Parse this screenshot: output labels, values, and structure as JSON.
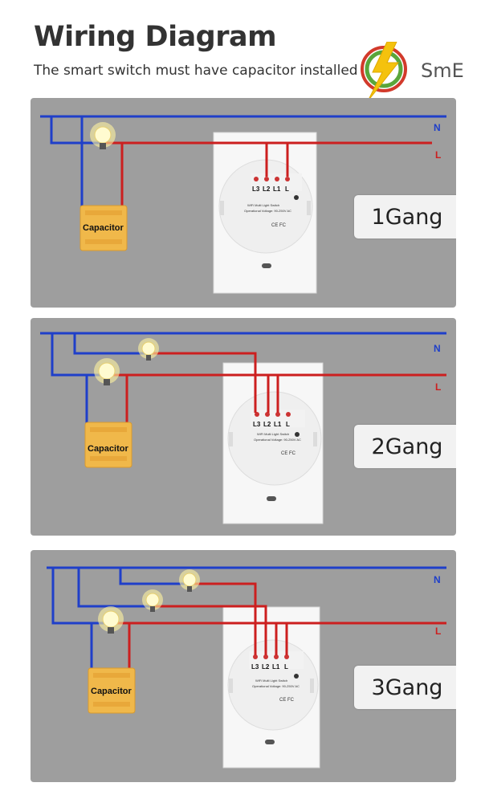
{
  "header": {
    "title": "Wiring Diagram",
    "subtitle": "The smart switch must have capacitor installed"
  },
  "brand": {
    "name": "SmE",
    "colors": {
      "ring_green": "#5aa63b",
      "ring_red": "#d23a2b",
      "bolt": "#f4c20d",
      "text": "#555555"
    }
  },
  "colors": {
    "neutral_wire": "#1f3fc9",
    "live_wire": "#cc1f1f",
    "panel": "#9e9e9e",
    "capacitor": "#f0b84a",
    "bulb": "#fff7a8"
  },
  "line_labels": {
    "neutral": "N",
    "live": "L"
  },
  "capacitor_label": "Capacitor",
  "switch_print": {
    "product": "WiFi Multi Light Switch",
    "spec": "Operational Voltage: 90-250V AC",
    "ce": "CE FC"
  },
  "panels": [
    {
      "label": "1Gang",
      "terminals": [
        "L3",
        "L2",
        "L1",
        "L"
      ]
    },
    {
      "label": "2Gang",
      "terminals": [
        "L3",
        "L2",
        "L1",
        "L"
      ]
    },
    {
      "label": "3Gang",
      "terminals": [
        "L3",
        "L2",
        "L1",
        "L"
      ]
    }
  ]
}
